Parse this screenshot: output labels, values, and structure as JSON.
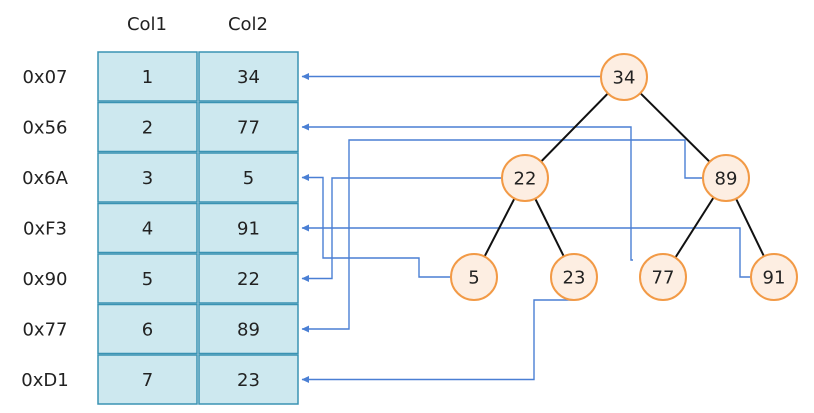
{
  "table": {
    "headers": [
      "Col1",
      "Col2"
    ],
    "rows": [
      {
        "address": "0x07",
        "col1": "1",
        "col2": "34"
      },
      {
        "address": "0x56",
        "col1": "2",
        "col2": "77"
      },
      {
        "address": "0x6A",
        "col1": "3",
        "col2": "5"
      },
      {
        "address": "0xF3",
        "col1": "4",
        "col2": "91"
      },
      {
        "address": "0x90",
        "col1": "5",
        "col2": "22"
      },
      {
        "address": "0x77",
        "col1": "6",
        "col2": "89"
      },
      {
        "address": "0xD1",
        "col1": "7",
        "col2": "23"
      }
    ]
  },
  "tree": {
    "nodes": [
      {
        "id": "n34",
        "label": "34",
        "row": 0
      },
      {
        "id": "n22",
        "label": "22",
        "row": 4
      },
      {
        "id": "n89",
        "label": "89",
        "row": 5
      },
      {
        "id": "n5",
        "label": "5",
        "row": 2
      },
      {
        "id": "n23",
        "label": "23",
        "row": 6
      },
      {
        "id": "n77",
        "label": "77",
        "row": 1
      },
      {
        "id": "n91",
        "label": "91",
        "row": 3
      }
    ],
    "edges": [
      [
        "n34",
        "n22"
      ],
      [
        "n34",
        "n89"
      ],
      [
        "n22",
        "n5"
      ],
      [
        "n22",
        "n23"
      ],
      [
        "n89",
        "n77"
      ],
      [
        "n89",
        "n91"
      ]
    ]
  },
  "colors": {
    "cell_fill": "#cde8ef",
    "cell_border": "#3a93b3",
    "node_fill": "#fdeee2",
    "node_border": "#f29a46",
    "pointer": "#4a7fd4",
    "edge": "#111111"
  }
}
